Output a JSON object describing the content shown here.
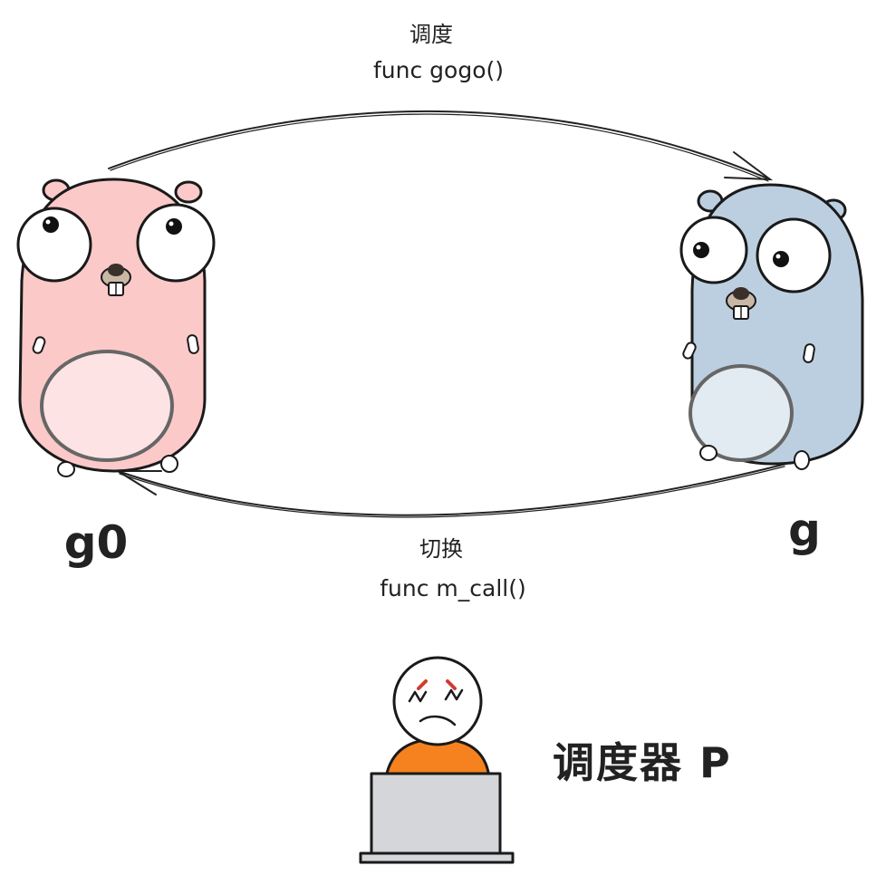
{
  "top_arrow": {
    "label": "调度",
    "code": "func gogo()"
  },
  "bottom_arrow": {
    "label": "切换",
    "code": "func m_call()"
  },
  "left_gopher": {
    "name": "g0",
    "body_color": "#fcc9c9",
    "belly_color": "#fde3e3"
  },
  "right_gopher": {
    "name": "g",
    "body_color": "#bccfe0",
    "belly_color": "#e2eaf2"
  },
  "scheduler": {
    "title": "调度器 P",
    "shirt_color": "#f5821f",
    "laptop_color": "#d4d6da",
    "brow_color": "#d23b2f"
  }
}
